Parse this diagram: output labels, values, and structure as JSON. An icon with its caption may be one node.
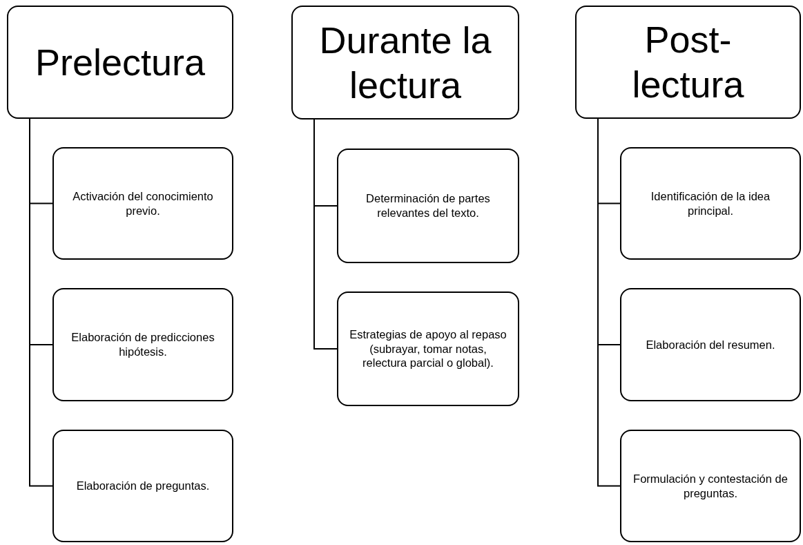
{
  "diagram": {
    "nodes": [
      {
        "text": [
          "Prelectura"
        ]
      },
      {
        "text": [
          "Activación del conocimiento previo."
        ]
      },
      {
        "text": [
          "Elaboración de predicciones hipótesis."
        ]
      },
      {
        "text": [
          "Elaboración de preguntas."
        ]
      },
      {
        "text": [
          "Durante la lectura"
        ]
      },
      {
        "text": [
          "Determinación de partes relevantes del texto."
        ]
      },
      {
        "text": [
          "Estrategias de apoyo al repaso (subrayar, tomar notas, relectura parcial o global)."
        ]
      },
      {
        "text": [
          "Post- lectura"
        ]
      },
      {
        "text": [
          "Identificación de la idea principal."
        ]
      },
      {
        "text": [
          "Elaboración del resumen."
        ]
      },
      {
        "text": [
          "Formulación y contestación de preguntas."
        ]
      }
    ],
    "edges": [
      {
        "from": 0,
        "to": 1,
        "arrow": "none"
      },
      {
        "from": 0,
        "to": 2,
        "arrow": "none"
      },
      {
        "from": 0,
        "to": 3,
        "arrow": "none"
      },
      {
        "from": 4,
        "to": 5,
        "arrow": "none"
      },
      {
        "from": 4,
        "to": 6,
        "arrow": "none"
      },
      {
        "from": 7,
        "to": 8,
        "arrow": "none"
      },
      {
        "from": 7,
        "to": 9,
        "arrow": "none"
      },
      {
        "from": 7,
        "to": 10,
        "arrow": "none"
      }
    ]
  }
}
